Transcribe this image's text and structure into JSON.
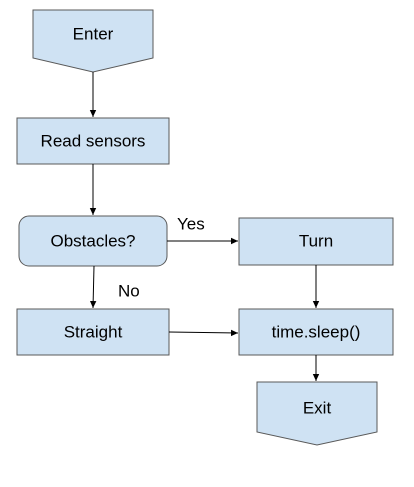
{
  "diagram": {
    "nodes": {
      "enter": "Enter",
      "read_sensors": "Read sensors",
      "obstacles": "Obstacles?",
      "turn": "Turn",
      "straight": "Straight",
      "sleep": "time.sleep()",
      "exit": "Exit"
    },
    "edges": {
      "yes": "Yes",
      "no": "No"
    }
  },
  "colors": {
    "node_fill": "#cfe2f3",
    "node_stroke": "#595959",
    "line": "#000000"
  }
}
